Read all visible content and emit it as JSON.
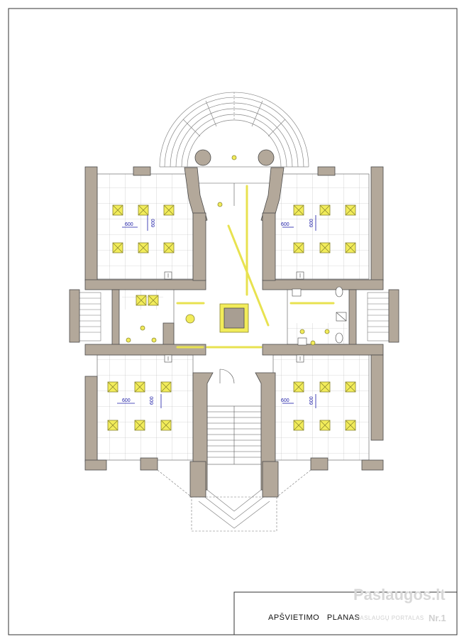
{
  "title_block": {
    "title": "APŠVIETIMO   PLANAS"
  },
  "dimensions": {
    "horizontal": "600",
    "vertical": "600"
  },
  "watermark": {
    "brand": "Paslaugos.lt",
    "subtitle": "PASLAUGŲ PORTALAS",
    "number": "Nr.1"
  },
  "colors": {
    "wall": "#b3a89a",
    "wall_stroke": "#4a4a4a",
    "light": "#f2ec5a",
    "light_stroke": "#8a8630",
    "dimension": "#1a1aa6",
    "grid": "#b8b8b8"
  }
}
